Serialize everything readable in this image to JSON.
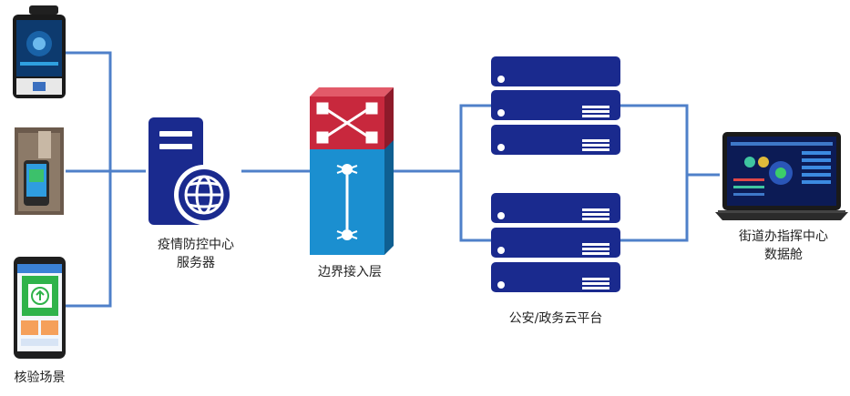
{
  "colors": {
    "connector": "#4f80c9",
    "server_navy": "#1a2a8e",
    "switch_red": "#c8283d",
    "switch_blue": "#1b8fd0",
    "laptop_screen": "#0c1b55"
  },
  "devices": [
    {
      "name": "face-terminal",
      "icon": "face-recognition-terminal-icon"
    },
    {
      "name": "handheld-scanner",
      "icon": "handheld-scanner-icon"
    },
    {
      "name": "mobile-phone",
      "icon": "smartphone-health-code-icon"
    }
  ],
  "labels": {
    "verification_scene": "核验场景",
    "epidemic_server_line1": "疫情防控中心",
    "epidemic_server_line2": "服务器",
    "border_access": "边界接入层",
    "cloud_platform": "公安/政务云平台",
    "command_center_line1": "街道办指挥中心",
    "command_center_line2": "数据舱"
  }
}
